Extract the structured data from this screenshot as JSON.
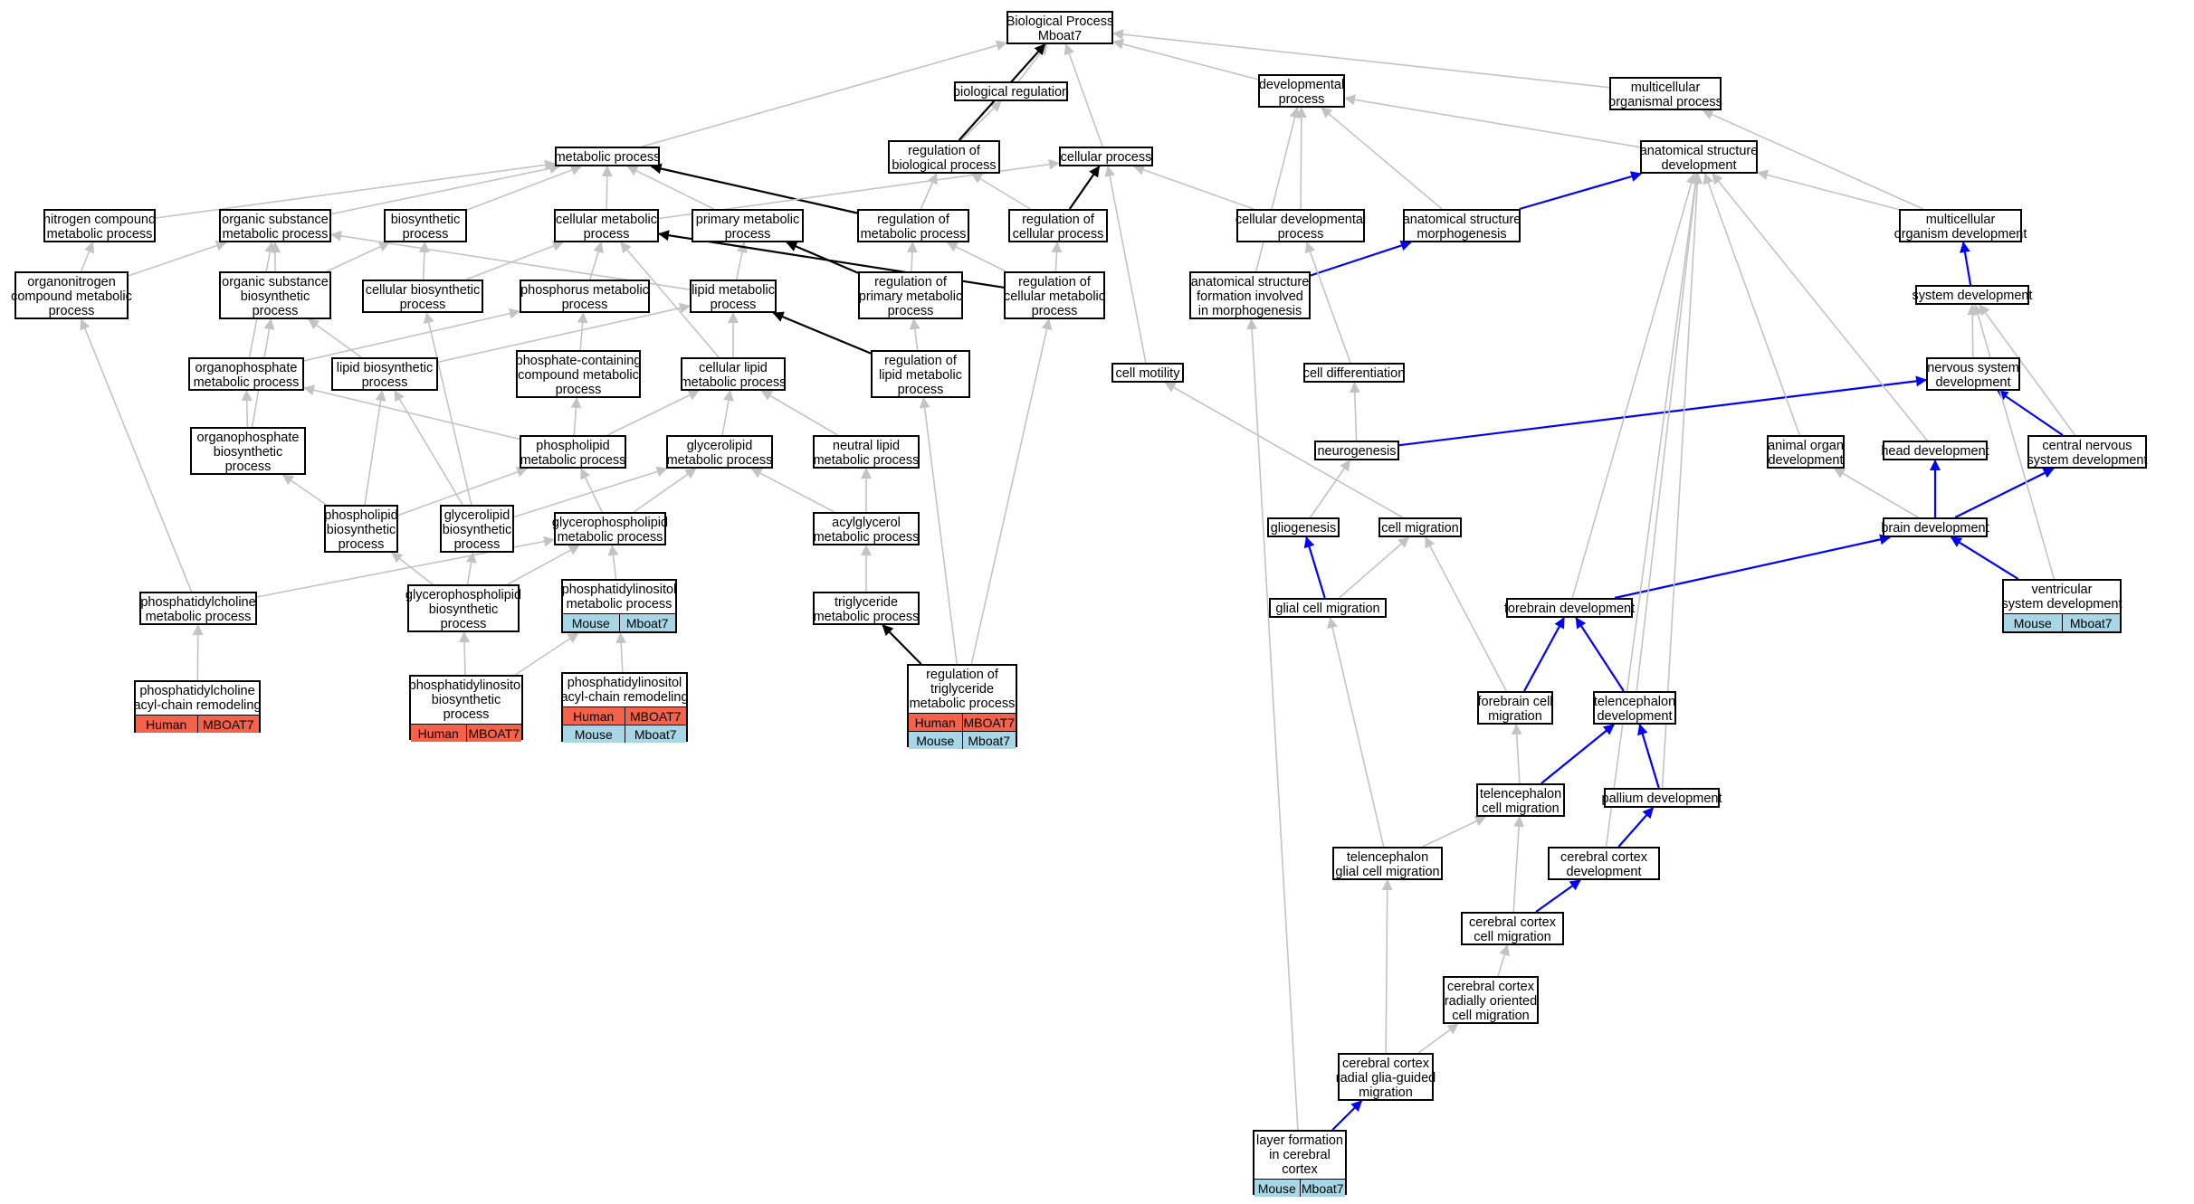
{
  "colors": {
    "edge_gray": "#c3c3c3",
    "edge_black": "#000000",
    "edge_blue": "#0000ff",
    "human": "#f5624a",
    "mouse": "#a7d6e6"
  },
  "nodes": [
    {
      "id": "bp",
      "lines": [
        "Biological Process",
        "Mboat7"
      ]
    },
    {
      "id": "bioreg",
      "lines": [
        "biological regulation"
      ]
    },
    {
      "id": "devproc",
      "lines": [
        "developmental",
        "process"
      ]
    },
    {
      "id": "mcop",
      "lines": [
        "multicellular",
        "organismal process"
      ]
    },
    {
      "id": "metab",
      "lines": [
        "metabolic process"
      ]
    },
    {
      "id": "regbio",
      "lines": [
        "regulation of",
        "biological process"
      ]
    },
    {
      "id": "cellproc",
      "lines": [
        "cellular process"
      ]
    },
    {
      "id": "asdev",
      "lines": [
        "anatomical structure",
        "development"
      ]
    },
    {
      "id": "ncmp",
      "lines": [
        "nitrogen compound",
        "metabolic process"
      ]
    },
    {
      "id": "osmp",
      "lines": [
        "organic substance",
        "metabolic process"
      ]
    },
    {
      "id": "biosyn",
      "lines": [
        "biosynthetic",
        "process"
      ]
    },
    {
      "id": "cmp",
      "lines": [
        "cellular metabolic",
        "process"
      ]
    },
    {
      "id": "pmp",
      "lines": [
        "primary metabolic",
        "process"
      ]
    },
    {
      "id": "regmp",
      "lines": [
        "regulation of",
        "metabolic process"
      ]
    },
    {
      "id": "regcp",
      "lines": [
        "regulation of",
        "cellular process"
      ]
    },
    {
      "id": "celldev",
      "lines": [
        "cellular developmental",
        "process"
      ]
    },
    {
      "id": "asmorph",
      "lines": [
        "anatomical structure",
        "morphogenesis"
      ]
    },
    {
      "id": "mcodev",
      "lines": [
        "multicellular",
        "organism development"
      ]
    },
    {
      "id": "oncmp",
      "lines": [
        "organonitrogen",
        "compound metabolic",
        "process"
      ]
    },
    {
      "id": "osbp",
      "lines": [
        "organic substance",
        "biosynthetic",
        "process"
      ]
    },
    {
      "id": "cbp",
      "lines": [
        "cellular biosynthetic",
        "process"
      ]
    },
    {
      "id": "phosmp",
      "lines": [
        "phosphorus metabolic",
        "process"
      ]
    },
    {
      "id": "lipmp",
      "lines": [
        "lipid metabolic",
        "process"
      ]
    },
    {
      "id": "regpmp",
      "lines": [
        "regulation of",
        "primary metabolic",
        "process"
      ]
    },
    {
      "id": "regcmp",
      "lines": [
        "regulation of",
        "cellular metabolic",
        "process"
      ]
    },
    {
      "id": "asform",
      "lines": [
        "anatomical structure",
        "formation involved",
        "in morphogenesis"
      ]
    },
    {
      "id": "sysdev",
      "lines": [
        "system development"
      ]
    },
    {
      "id": "orgphmp",
      "lines": [
        "organophosphate",
        "metabolic process"
      ]
    },
    {
      "id": "lipbp",
      "lines": [
        "lipid biosynthetic",
        "process"
      ]
    },
    {
      "id": "phccmp",
      "lines": [
        "phosphate-containing",
        "compound metabolic",
        "process"
      ]
    },
    {
      "id": "clmp",
      "lines": [
        "cellular lipid",
        "metabolic process"
      ]
    },
    {
      "id": "reglmp",
      "lines": [
        "regulation of",
        "lipid metabolic",
        "process"
      ]
    },
    {
      "id": "cellmot",
      "lines": [
        "cell motility"
      ]
    },
    {
      "id": "celldiff",
      "lines": [
        "cell differentiation"
      ]
    },
    {
      "id": "nsdev",
      "lines": [
        "nervous system",
        "development"
      ]
    },
    {
      "id": "orgphbp",
      "lines": [
        "organophosphate",
        "biosynthetic",
        "process"
      ]
    },
    {
      "id": "phlmp",
      "lines": [
        "phospholipid",
        "metabolic process"
      ]
    },
    {
      "id": "glmp",
      "lines": [
        "glycerolipid",
        "metabolic process"
      ]
    },
    {
      "id": "nlmp",
      "lines": [
        "neutral lipid",
        "metabolic process"
      ]
    },
    {
      "id": "neurogen",
      "lines": [
        "neurogenesis"
      ]
    },
    {
      "id": "aodev",
      "lines": [
        "animal organ",
        "development"
      ]
    },
    {
      "id": "headdev",
      "lines": [
        "head development"
      ]
    },
    {
      "id": "cnsdev",
      "lines": [
        "central nervous",
        "system development"
      ]
    },
    {
      "id": "phlbp",
      "lines": [
        "phospholipid",
        "biosynthetic",
        "process"
      ]
    },
    {
      "id": "glbp",
      "lines": [
        "glycerolipid",
        "biosynthetic",
        "process"
      ]
    },
    {
      "id": "gplmp",
      "lines": [
        "glycerophospholipid",
        "metabolic process"
      ]
    },
    {
      "id": "acgmp",
      "lines": [
        "acylglycerol",
        "metabolic process"
      ]
    },
    {
      "id": "glio",
      "lines": [
        "gliogenesis"
      ]
    },
    {
      "id": "cellmig",
      "lines": [
        "cell migration"
      ]
    },
    {
      "id": "braindev",
      "lines": [
        "brain development"
      ]
    },
    {
      "id": "pcmp",
      "lines": [
        "phosphatidylcholine",
        "metabolic process"
      ]
    },
    {
      "id": "gplbp",
      "lines": [
        "glycerophospholipid",
        "biosynthetic",
        "process"
      ]
    },
    {
      "id": "pimp",
      "lines": [
        "phosphatidylinositol",
        "metabolic process"
      ],
      "tags": [
        {
          "species": "Mouse",
          "gene": "Mboat7"
        }
      ]
    },
    {
      "id": "tgmp",
      "lines": [
        "triglyceride",
        "metabolic process"
      ]
    },
    {
      "id": "gcm",
      "lines": [
        "glial cell migration"
      ]
    },
    {
      "id": "fbdev",
      "lines": [
        "forebrain development"
      ]
    },
    {
      "id": "vsdev",
      "lines": [
        "ventricular",
        "system development"
      ],
      "tags": [
        {
          "species": "Mouse",
          "gene": "Mboat7"
        }
      ]
    },
    {
      "id": "pcacr",
      "lines": [
        "phosphatidylcholine",
        "acyl-chain remodeling"
      ],
      "tags": [
        {
          "species": "Human",
          "gene": "MBOAT7"
        }
      ]
    },
    {
      "id": "pibp",
      "lines": [
        "phosphatidylinositol",
        "biosynthetic",
        "process"
      ],
      "tags": [
        {
          "species": "Human",
          "gene": "MBOAT7"
        }
      ]
    },
    {
      "id": "piacr",
      "lines": [
        "phosphatidylinositol",
        "acyl-chain remodeling"
      ],
      "tags": [
        {
          "species": "Human",
          "gene": "MBOAT7"
        },
        {
          "species": "Mouse",
          "gene": "Mboat7"
        }
      ]
    },
    {
      "id": "regtg",
      "lines": [
        "regulation of",
        "triglyceride",
        "metabolic process"
      ],
      "tags": [
        {
          "species": "Human",
          "gene": "MBOAT7"
        },
        {
          "species": "Mouse",
          "gene": "Mboat7"
        }
      ]
    },
    {
      "id": "fbcm",
      "lines": [
        "forebrain cell",
        "migration"
      ]
    },
    {
      "id": "teldev",
      "lines": [
        "telencephalon",
        "development"
      ]
    },
    {
      "id": "telcm",
      "lines": [
        "telencephalon",
        "cell migration"
      ]
    },
    {
      "id": "pallium",
      "lines": [
        "pallium development"
      ]
    },
    {
      "id": "telgcm",
      "lines": [
        "telencephalon",
        "glial cell migration"
      ]
    },
    {
      "id": "ccdev",
      "lines": [
        "cerebral cortex",
        "development"
      ]
    },
    {
      "id": "cccm",
      "lines": [
        "cerebral cortex",
        "cell migration"
      ]
    },
    {
      "id": "ccrocm",
      "lines": [
        "cerebral cortex",
        "radially oriented",
        "cell migration"
      ]
    },
    {
      "id": "ccrgm",
      "lines": [
        "cerebral cortex",
        "radial glia-guided",
        "migration"
      ]
    },
    {
      "id": "lfcc",
      "lines": [
        "layer formation",
        "in cerebral",
        "cortex"
      ],
      "tags": [
        {
          "species": "Mouse",
          "gene": "Mboat7"
        }
      ]
    }
  ],
  "edges": [
    {
      "from": "bioreg",
      "to": "bp",
      "kind": "is_a"
    },
    {
      "from": "devproc",
      "to": "bp",
      "kind": "is_a"
    },
    {
      "from": "mcop",
      "to": "bp",
      "kind": "is_a"
    },
    {
      "from": "metab",
      "to": "bp",
      "kind": "is_a"
    },
    {
      "from": "regbio",
      "to": "bioreg",
      "kind": "is_a"
    },
    {
      "from": "regbio",
      "to": "bp",
      "kind": "regulates"
    },
    {
      "from": "cellproc",
      "to": "bp",
      "kind": "is_a"
    },
    {
      "from": "asdev",
      "to": "devproc",
      "kind": "is_a"
    },
    {
      "from": "mcodev",
      "to": "mcop",
      "kind": "is_a"
    },
    {
      "from": "ncmp",
      "to": "metab",
      "kind": "is_a"
    },
    {
      "from": "osmp",
      "to": "metab",
      "kind": "is_a"
    },
    {
      "from": "biosyn",
      "to": "metab",
      "kind": "is_a"
    },
    {
      "from": "cmp",
      "to": "metab",
      "kind": "is_a"
    },
    {
      "from": "pmp",
      "to": "metab",
      "kind": "is_a"
    },
    {
      "from": "regmp",
      "to": "regbio",
      "kind": "is_a"
    },
    {
      "from": "regmp",
      "to": "metab",
      "kind": "regulates"
    },
    {
      "from": "regcp",
      "to": "regbio",
      "kind": "is_a"
    },
    {
      "from": "regcp",
      "to": "cellproc",
      "kind": "regulates"
    },
    {
      "from": "cmp",
      "to": "cellproc",
      "kind": "is_a"
    },
    {
      "from": "celldev",
      "to": "cellproc",
      "kind": "is_a"
    },
    {
      "from": "celldev",
      "to": "devproc",
      "kind": "is_a"
    },
    {
      "from": "asmorph",
      "to": "devproc",
      "kind": "is_a"
    },
    {
      "from": "asmorph",
      "to": "asdev",
      "kind": "part_of"
    },
    {
      "from": "mcodev",
      "to": "asdev",
      "kind": "is_a"
    },
    {
      "from": "oncmp",
      "to": "ncmp",
      "kind": "is_a"
    },
    {
      "from": "oncmp",
      "to": "osmp",
      "kind": "is_a"
    },
    {
      "from": "osbp",
      "to": "osmp",
      "kind": "is_a"
    },
    {
      "from": "osbp",
      "to": "biosyn",
      "kind": "is_a"
    },
    {
      "from": "cbp",
      "to": "biosyn",
      "kind": "is_a"
    },
    {
      "from": "cbp",
      "to": "cmp",
      "kind": "is_a"
    },
    {
      "from": "phosmp",
      "to": "cmp",
      "kind": "is_a"
    },
    {
      "from": "lipmp",
      "to": "pmp",
      "kind": "is_a"
    },
    {
      "from": "lipmp",
      "to": "osmp",
      "kind": "is_a"
    },
    {
      "from": "regpmp",
      "to": "regmp",
      "kind": "is_a"
    },
    {
      "from": "regpmp",
      "to": "pmp",
      "kind": "regulates"
    },
    {
      "from": "regcmp",
      "to": "regmp",
      "kind": "is_a"
    },
    {
      "from": "regcmp",
      "to": "regcp",
      "kind": "is_a"
    },
    {
      "from": "regcmp",
      "to": "cmp",
      "kind": "regulates"
    },
    {
      "from": "asform",
      "to": "devproc",
      "kind": "is_a"
    },
    {
      "from": "asform",
      "to": "asmorph",
      "kind": "part_of"
    },
    {
      "from": "sysdev",
      "to": "mcodev",
      "kind": "part_of"
    },
    {
      "from": "orgphmp",
      "to": "phosmp",
      "kind": "is_a"
    },
    {
      "from": "orgphmp",
      "to": "osmp",
      "kind": "is_a"
    },
    {
      "from": "lipbp",
      "to": "lipmp",
      "kind": "is_a"
    },
    {
      "from": "lipbp",
      "to": "osbp",
      "kind": "is_a"
    },
    {
      "from": "phccmp",
      "to": "phosmp",
      "kind": "is_a"
    },
    {
      "from": "clmp",
      "to": "lipmp",
      "kind": "is_a"
    },
    {
      "from": "clmp",
      "to": "cmp",
      "kind": "is_a"
    },
    {
      "from": "reglmp",
      "to": "regpmp",
      "kind": "is_a"
    },
    {
      "from": "reglmp",
      "to": "lipmp",
      "kind": "regulates"
    },
    {
      "from": "cellmot",
      "to": "cellproc",
      "kind": "is_a"
    },
    {
      "from": "celldiff",
      "to": "celldev",
      "kind": "is_a"
    },
    {
      "from": "nsdev",
      "to": "sysdev",
      "kind": "is_a"
    },
    {
      "from": "orgphbp",
      "to": "orgphmp",
      "kind": "is_a"
    },
    {
      "from": "orgphbp",
      "to": "osbp",
      "kind": "is_a"
    },
    {
      "from": "phlmp",
      "to": "clmp",
      "kind": "is_a"
    },
    {
      "from": "phlmp",
      "to": "orgphmp",
      "kind": "is_a"
    },
    {
      "from": "phlmp",
      "to": "phccmp",
      "kind": "is_a"
    },
    {
      "from": "glmp",
      "to": "clmp",
      "kind": "is_a"
    },
    {
      "from": "nlmp",
      "to": "clmp",
      "kind": "is_a"
    },
    {
      "from": "neurogen",
      "to": "celldiff",
      "kind": "is_a"
    },
    {
      "from": "neurogen",
      "to": "nsdev",
      "kind": "part_of"
    },
    {
      "from": "aodev",
      "to": "asdev",
      "kind": "is_a"
    },
    {
      "from": "headdev",
      "to": "asdev",
      "kind": "is_a"
    },
    {
      "from": "cnsdev",
      "to": "nsdev",
      "kind": "part_of"
    },
    {
      "from": "cnsdev",
      "to": "sysdev",
      "kind": "is_a"
    },
    {
      "from": "phlbp",
      "to": "phlmp",
      "kind": "is_a"
    },
    {
      "from": "phlbp",
      "to": "lipbp",
      "kind": "is_a"
    },
    {
      "from": "phlbp",
      "to": "orgphbp",
      "kind": "is_a"
    },
    {
      "from": "glbp",
      "to": "glmp",
      "kind": "is_a"
    },
    {
      "from": "glbp",
      "to": "lipbp",
      "kind": "is_a"
    },
    {
      "from": "glbp",
      "to": "cbp",
      "kind": "is_a"
    },
    {
      "from": "gplmp",
      "to": "phlmp",
      "kind": "is_a"
    },
    {
      "from": "gplmp",
      "to": "glmp",
      "kind": "is_a"
    },
    {
      "from": "acgmp",
      "to": "glmp",
      "kind": "is_a"
    },
    {
      "from": "acgmp",
      "to": "nlmp",
      "kind": "is_a"
    },
    {
      "from": "glio",
      "to": "neurogen",
      "kind": "is_a"
    },
    {
      "from": "cellmig",
      "to": "cellmot",
      "kind": "is_a"
    },
    {
      "from": "braindev",
      "to": "headdev",
      "kind": "part_of"
    },
    {
      "from": "braindev",
      "to": "cnsdev",
      "kind": "part_of"
    },
    {
      "from": "braindev",
      "to": "aodev",
      "kind": "is_a"
    },
    {
      "from": "pcmp",
      "to": "gplmp",
      "kind": "is_a"
    },
    {
      "from": "pcmp",
      "to": "oncmp",
      "kind": "is_a"
    },
    {
      "from": "gplbp",
      "to": "gplmp",
      "kind": "is_a"
    },
    {
      "from": "gplbp",
      "to": "phlbp",
      "kind": "is_a"
    },
    {
      "from": "gplbp",
      "to": "glbp",
      "kind": "is_a"
    },
    {
      "from": "pimp",
      "to": "gplmp",
      "kind": "is_a"
    },
    {
      "from": "tgmp",
      "to": "acgmp",
      "kind": "is_a"
    },
    {
      "from": "gcm",
      "to": "glio",
      "kind": "part_of"
    },
    {
      "from": "gcm",
      "to": "cellmig",
      "kind": "is_a"
    },
    {
      "from": "fbdev",
      "to": "braindev",
      "kind": "part_of"
    },
    {
      "from": "fbdev",
      "to": "asdev",
      "kind": "is_a"
    },
    {
      "from": "vsdev",
      "to": "braindev",
      "kind": "part_of"
    },
    {
      "from": "vsdev",
      "to": "sysdev",
      "kind": "is_a"
    },
    {
      "from": "pcacr",
      "to": "pcmp",
      "kind": "is_a"
    },
    {
      "from": "pibp",
      "to": "gplbp",
      "kind": "is_a"
    },
    {
      "from": "pibp",
      "to": "pimp",
      "kind": "is_a"
    },
    {
      "from": "piacr",
      "to": "pimp",
      "kind": "is_a"
    },
    {
      "from": "regtg",
      "to": "tgmp",
      "kind": "regulates"
    },
    {
      "from": "regtg",
      "to": "reglmp",
      "kind": "is_a"
    },
    {
      "from": "regtg",
      "to": "regcmp",
      "kind": "is_a"
    },
    {
      "from": "fbcm",
      "to": "fbdev",
      "kind": "part_of"
    },
    {
      "from": "fbcm",
      "to": "cellmig",
      "kind": "is_a"
    },
    {
      "from": "teldev",
      "to": "fbdev",
      "kind": "part_of"
    },
    {
      "from": "teldev",
      "to": "asdev",
      "kind": "is_a"
    },
    {
      "from": "telcm",
      "to": "teldev",
      "kind": "part_of"
    },
    {
      "from": "telcm",
      "to": "fbcm",
      "kind": "is_a"
    },
    {
      "from": "pallium",
      "to": "teldev",
      "kind": "part_of"
    },
    {
      "from": "pallium",
      "to": "asdev",
      "kind": "is_a"
    },
    {
      "from": "telgcm",
      "to": "telcm",
      "kind": "is_a"
    },
    {
      "from": "telgcm",
      "to": "gcm",
      "kind": "is_a"
    },
    {
      "from": "ccdev",
      "to": "pallium",
      "kind": "part_of"
    },
    {
      "from": "ccdev",
      "to": "asdev",
      "kind": "is_a"
    },
    {
      "from": "cccm",
      "to": "ccdev",
      "kind": "part_of"
    },
    {
      "from": "cccm",
      "to": "telcm",
      "kind": "is_a"
    },
    {
      "from": "ccrocm",
      "to": "cccm",
      "kind": "is_a"
    },
    {
      "from": "ccrgm",
      "to": "ccrocm",
      "kind": "is_a"
    },
    {
      "from": "ccrgm",
      "to": "telgcm",
      "kind": "is_a"
    },
    {
      "from": "lfcc",
      "to": "ccrgm",
      "kind": "part_of"
    },
    {
      "from": "lfcc",
      "to": "asform",
      "kind": "is_a"
    }
  ]
}
